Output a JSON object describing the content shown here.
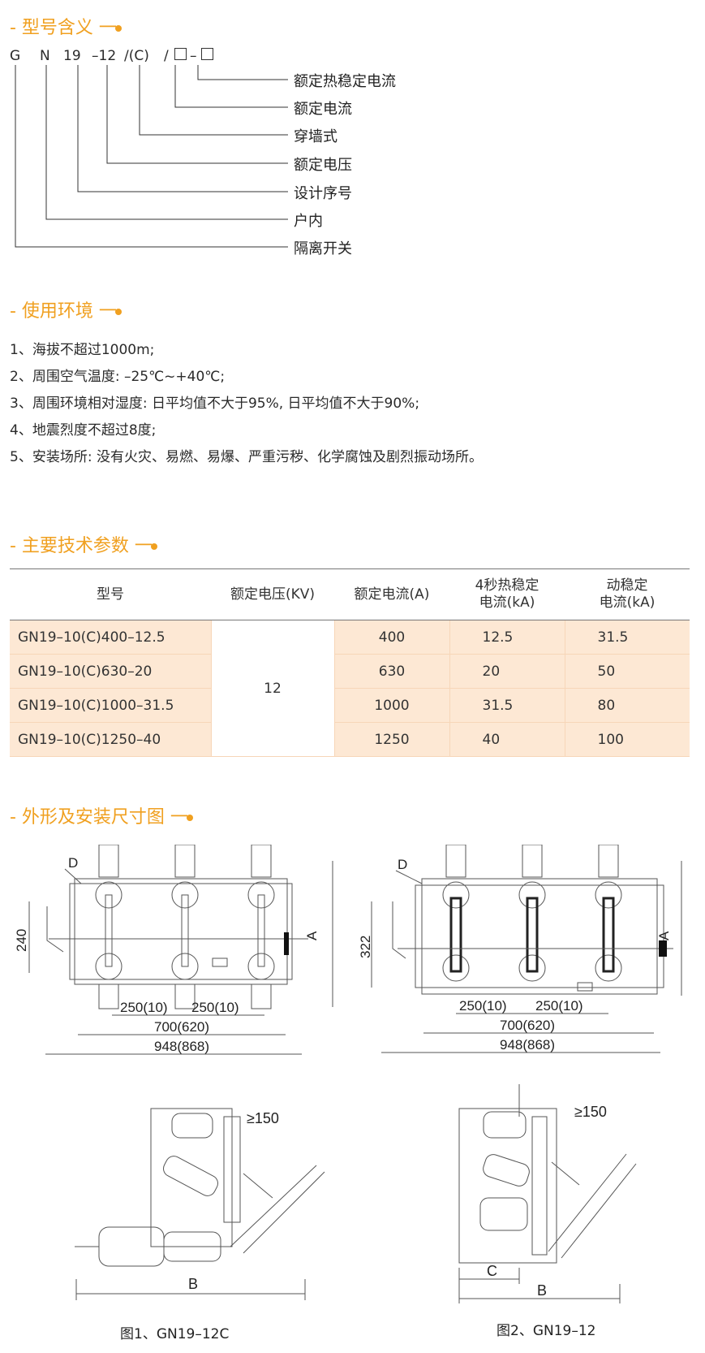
{
  "sections": {
    "model_meaning": "- 型号含义 一",
    "environment": "- 使用环境 一",
    "parameters": "- 主要技术参数 一",
    "dimensions": "- 外形及安装尺寸图 一"
  },
  "model_code": {
    "g": "G",
    "n": "N",
    "series": "19",
    "voltage": "–12",
    "wall": "/(C)",
    "slash": "/",
    "dash": "–"
  },
  "model_legend": [
    "额定热稳定电流",
    "额定电流",
    "穿墙式",
    "额定电压",
    "设计序号",
    "户内",
    "隔离开关"
  ],
  "environment": [
    "1、海拔不超过1000m;",
    "2、周围空气温度: –25℃~+40℃;",
    "3、周围环境相对湿度: 日平均值不大于95%, 日平均值不大于90%;",
    "4、地震烈度不超过8度;",
    "5、安装场所: 没有火灾、易燃、易爆、严重污秽、化学腐蚀及剧烈振动场所。"
  ],
  "table": {
    "headers": [
      "型号",
      "额定电压(KV)",
      "额定电流(A)",
      "4秒热稳定\n电流(kA)",
      "动稳定\n电流(kA)"
    ],
    "voltage": "12",
    "rows": [
      {
        "model": "GN19–10(C)400–12.5",
        "current": "400",
        "thermal": "12.5",
        "dynamic": "31.5"
      },
      {
        "model": "GN19–10(C)630–20",
        "current": "630",
        "thermal": "20",
        "dynamic": "50"
      },
      {
        "model": "GN19–10(C)1000–31.5",
        "current": "1000",
        "thermal": "31.5",
        "dynamic": "80"
      },
      {
        "model": "GN19–10(C)1250–40",
        "current": "1250",
        "thermal": "40",
        "dynamic": "100"
      }
    ]
  },
  "drawing_labels": {
    "d": "D",
    "a": "A",
    "b": "B",
    "c": "C",
    "h1": "240",
    "h2": "322",
    "pitch": "250(10)",
    "inner": "700(620)",
    "outer": "948(868)",
    "clearance": "≥150"
  },
  "captions": {
    "fig1": "图1、GN19–12C",
    "fig2": "图2、GN19–12"
  }
}
